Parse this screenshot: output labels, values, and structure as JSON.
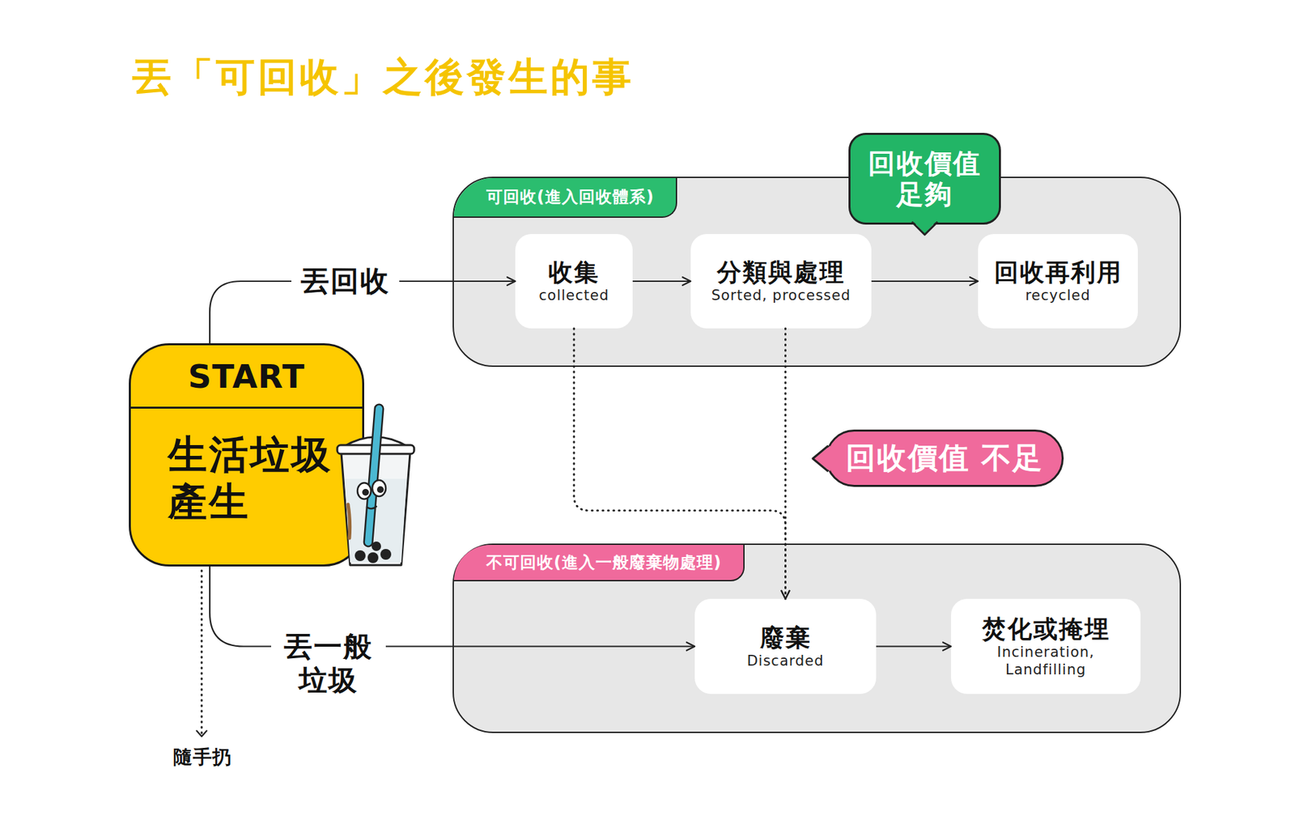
{
  "diagram": {
    "title": "丟「可回收」之後發生的事",
    "nodes": [
      {
        "text": [
          "START",
          "生活垃圾 產生"
        ]
      },
      {
        "text": [
          "可回收(進入回收體系)"
        ]
      },
      {
        "text": [
          "收集",
          "collected"
        ],
        "in": 1
      },
      {
        "text": [
          "分類與處理",
          "Sorted, processed"
        ],
        "in": 1
      },
      {
        "text": [
          "回收再利用",
          "recycled"
        ],
        "in": 1
      },
      {
        "text": [
          "回收價值 足夠"
        ]
      },
      {
        "text": [
          "回收價值 不足"
        ]
      },
      {
        "text": [
          "不可回收(進入一般廢棄物處理)"
        ]
      },
      {
        "text": [
          "廢棄",
          "Discarded"
        ],
        "in": 7
      },
      {
        "text": [
          "焚化或掩埋",
          "Incineration, Landfilling"
        ],
        "in": 7
      }
    ],
    "edges": [
      {
        "from": 0,
        "to": 2,
        "label": "丟回收",
        "arrow": "to"
      },
      {
        "from": 2,
        "to": 3,
        "arrow": "to"
      },
      {
        "from": 3,
        "to": 4,
        "arrow": "to"
      },
      {
        "from": 2,
        "to": 8,
        "arrow": "to"
      },
      {
        "from": 3,
        "to": 8,
        "arrow": "to"
      },
      {
        "from": 0,
        "to": 8,
        "label": "丟一般 垃圾",
        "arrow": "to"
      },
      {
        "from": 8,
        "to": 9,
        "arrow": "to"
      }
    ],
    "labels": [
      "隨手扔"
    ]
  }
}
